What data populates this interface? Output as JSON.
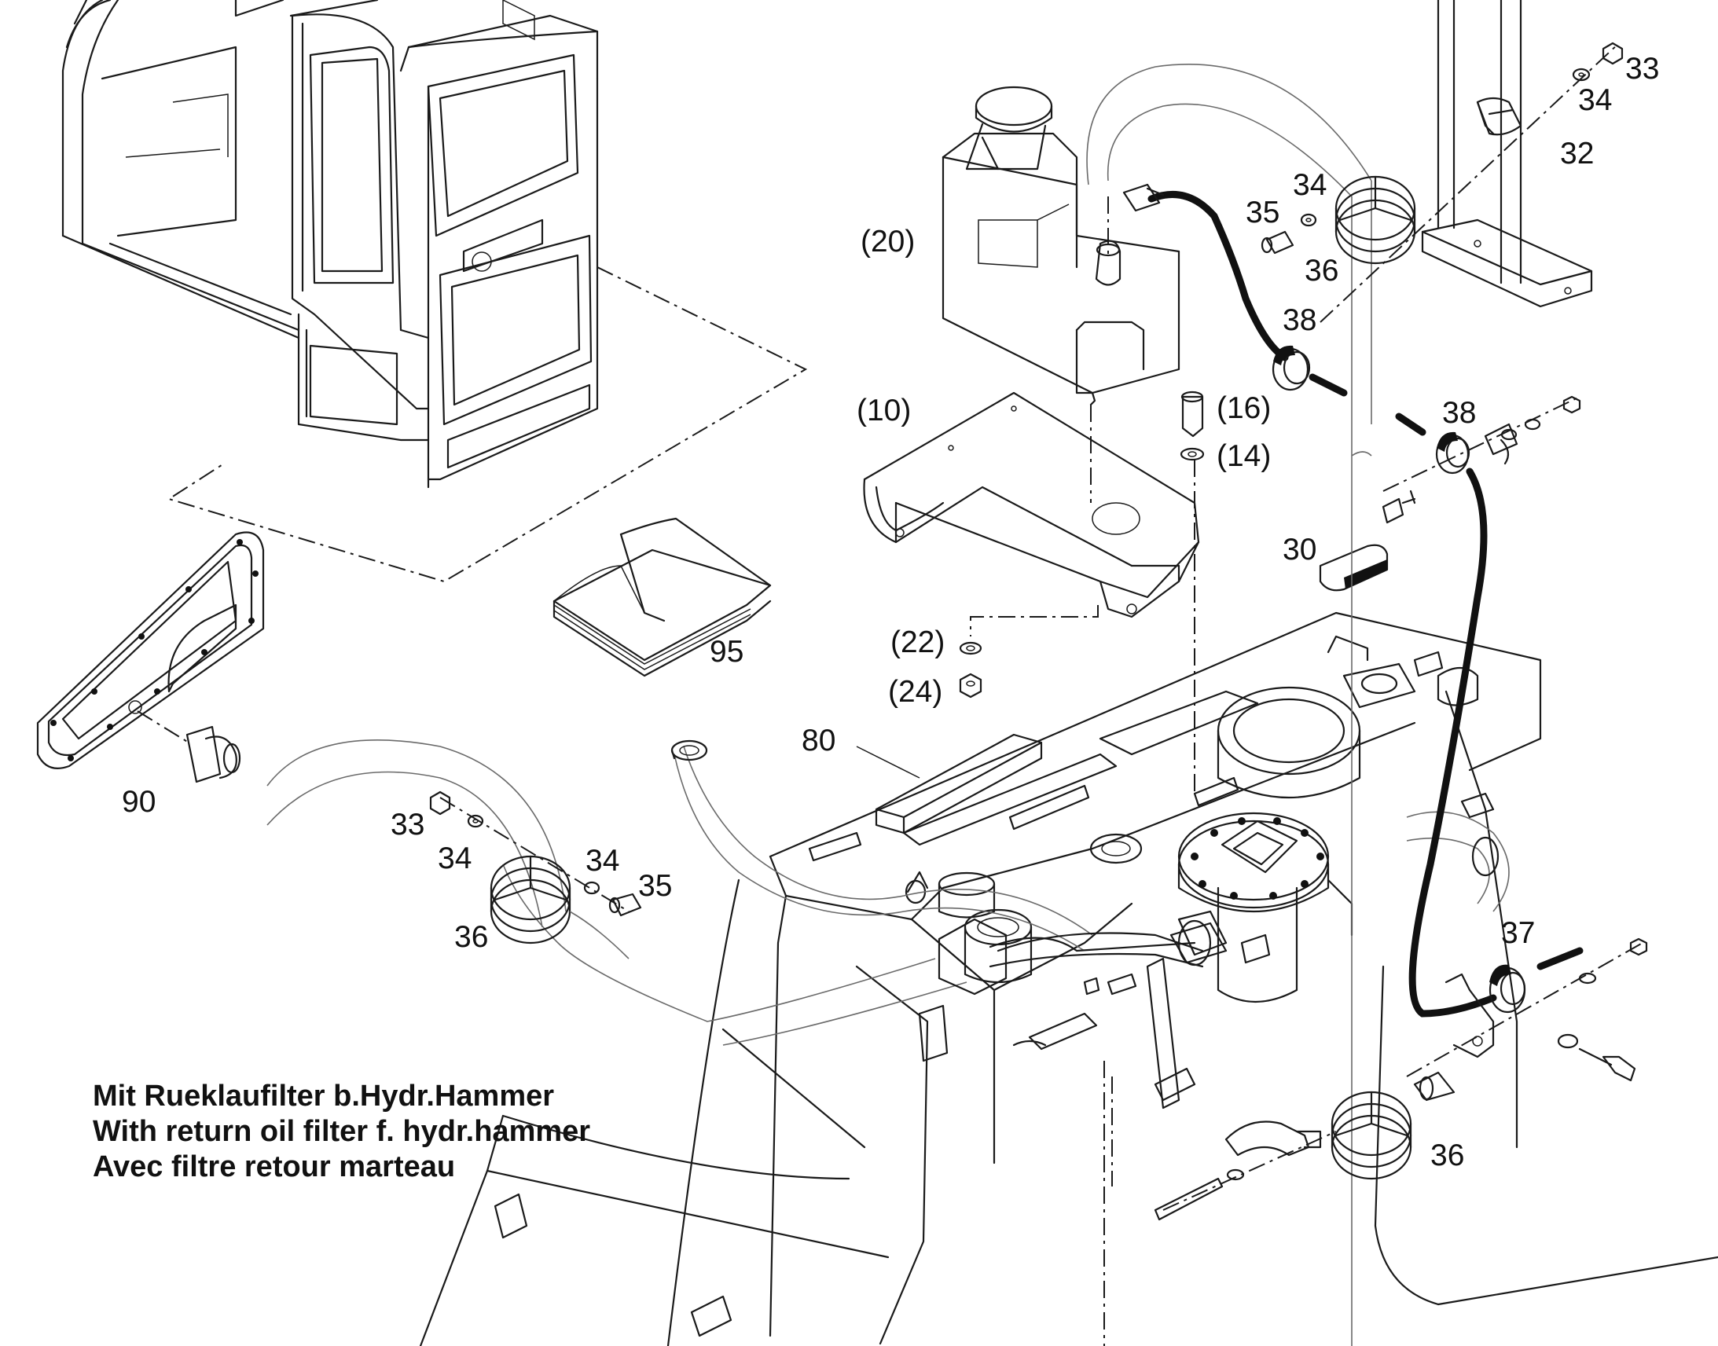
{
  "callouts": {
    "p33a": "33",
    "p34a": "34",
    "p32": "32",
    "p34b": "34",
    "p35a": "35",
    "p36a": "36",
    "p20": "(20)",
    "p38a": "38",
    "p38b": "38",
    "p10": "(10)",
    "p16": "(16)",
    "p14": "(14)",
    "p30": "30",
    "p22": "(22)",
    "p24": "(24)",
    "p95": "95",
    "p80": "80",
    "p90": "90",
    "p33b": "33",
    "p34c": "34",
    "p34d": "34",
    "p35b": "35",
    "p36b": "36",
    "p37": "37",
    "p36c": "36"
  },
  "note": {
    "line1": "Mit Rueklaufilter b.Hydr.Hammer",
    "line2": "With return oil filter f. hydr.hammer",
    "line3": "Avec filtre retour marteau"
  }
}
